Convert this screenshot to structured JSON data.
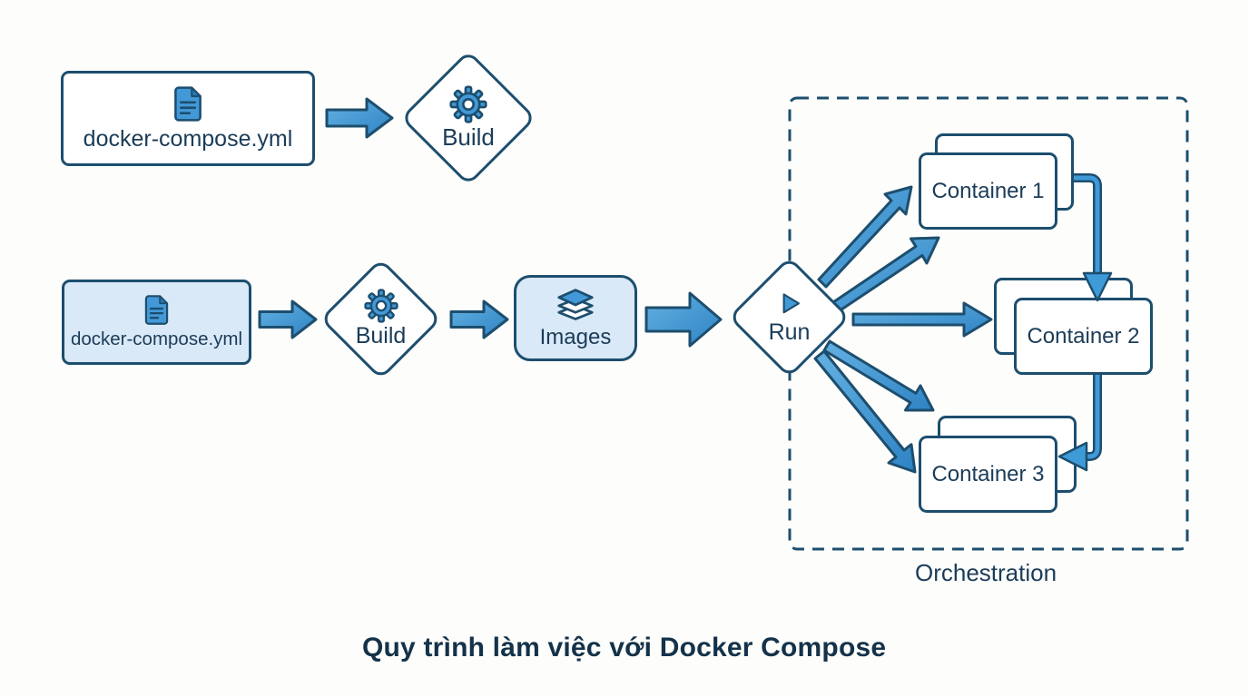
{
  "palette": {
    "navy": "#1d4e6e",
    "text": "#1b3c58",
    "caption_text": "#14324a",
    "arrow_blue": "#3f9ad8",
    "icon_blue": "#4399d8",
    "light_box_fill": "#d9e9f7",
    "background": "#fdfdfb"
  },
  "top_flow": {
    "compose_box": {
      "label": "docker-compose.yml",
      "icon": "document-icon"
    },
    "build_diamond": {
      "label": "Build",
      "icon": "gear-icon"
    }
  },
  "main_flow": {
    "compose_box": {
      "label": "docker-compose.yml",
      "icon": "document-icon"
    },
    "build_diamond": {
      "label": "Build",
      "icon": "gear-icon"
    },
    "images_box": {
      "label": "Images",
      "icon": "layers-icon"
    },
    "run_diamond": {
      "label": "Run",
      "icon": "play-icon"
    }
  },
  "orchestration": {
    "label": "Orchestration",
    "containers": [
      {
        "label": "Container 1"
      },
      {
        "label": "Container 2"
      },
      {
        "label": "Container 3"
      }
    ]
  },
  "caption": "Quy trình làm việc với Docker Compose"
}
